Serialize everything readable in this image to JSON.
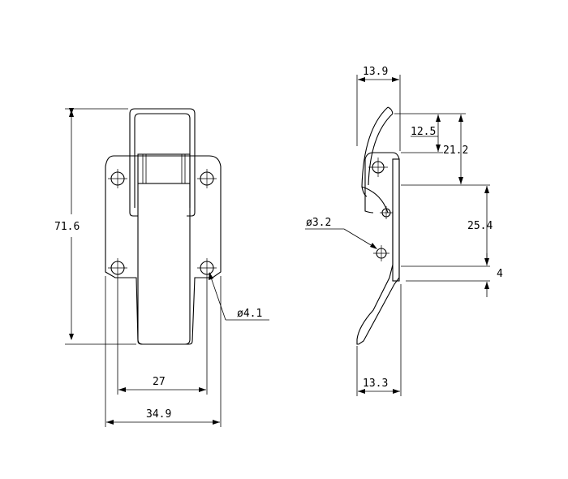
{
  "front_view": {
    "dim_overall_height": "71.6",
    "dim_hole_spacing": "27",
    "dim_base_width": "34.9",
    "dim_hole_diameter": "ø4.1"
  },
  "side_view": {
    "dim_top_width": "13.9",
    "dim_hook_height": "12.5",
    "dim_hook_to_hole": "21.2",
    "dim_hole_spacing": "25.4",
    "dim_hole_offset": "4",
    "dim_hole_diameter": "ø3.2",
    "dim_base_width": "13.3"
  }
}
